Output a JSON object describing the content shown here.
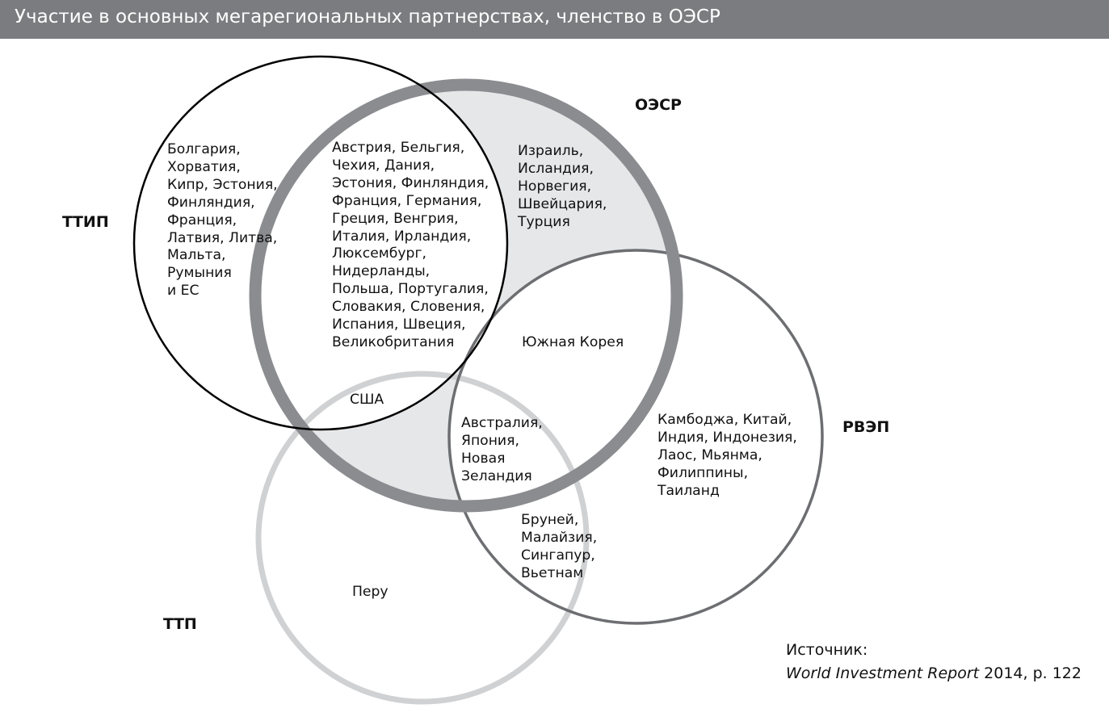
{
  "title": "Участие в основных мегарегиональных партнерствах, членство в ОЭСР",
  "sets": {
    "ttip": "ТТИП",
    "oecd": "ОЭСР",
    "rcep": "РВЭП",
    "tpp": "ТТП"
  },
  "regions": {
    "ttip_only": [
      "Болгария,",
      "Хорватия,",
      "Кипр, Эстония,",
      "Финляндия,",
      "Франция,",
      "Латвия, Литва,",
      "Мальта,",
      "Румыния",
      "и ЕС"
    ],
    "ttip_oecd": [
      "Австрия, Бельгия,",
      "Чехия, Дания,",
      "Эстония, Финляндия,",
      "Франция, Германия,",
      "Греция, Венгрия,",
      "Италия, Ирландия,",
      "Люксембург,",
      "Нидерланды,",
      "Польша, Португалия,",
      "Словакия, Словения,",
      "Испания, Швеция,",
      "Великобритания"
    ],
    "oecd_only": [
      "Израиль,",
      "Исландия,",
      "Норвегия,",
      "Швейцария,",
      "Турция"
    ],
    "ttip_oecd_tpp": [
      "США"
    ],
    "oecd_rcep": [
      "Южная Корея"
    ],
    "oecd_rcep_tpp": [
      "Австралия,",
      "Япония,",
      "Новая",
      "Зеландия"
    ],
    "rcep_only": [
      "Камбоджа, Китай,",
      "Индия, Индонезия,",
      "Лаос, Мьянма,",
      "Филиппины,",
      "Таиланд"
    ],
    "rcep_tpp": [
      "Бруней,",
      "Малайзия,",
      "Сингапур,",
      "Вьетнам"
    ],
    "tpp_only": [
      "Перу"
    ]
  },
  "source": {
    "label": "Источник:",
    "publication": "World Investment Report",
    "details": " 2014, p. 122"
  },
  "colors": {
    "title_bar": "#7b7c80",
    "title_text": "#ffffff",
    "oecd_ring": "#8b8c90",
    "oecd_only_fill": "#e6e7e9",
    "ttip_ring": "#000000",
    "rcep_ring": "#6d6e71",
    "tpp_ring": "#d0d1d3"
  }
}
